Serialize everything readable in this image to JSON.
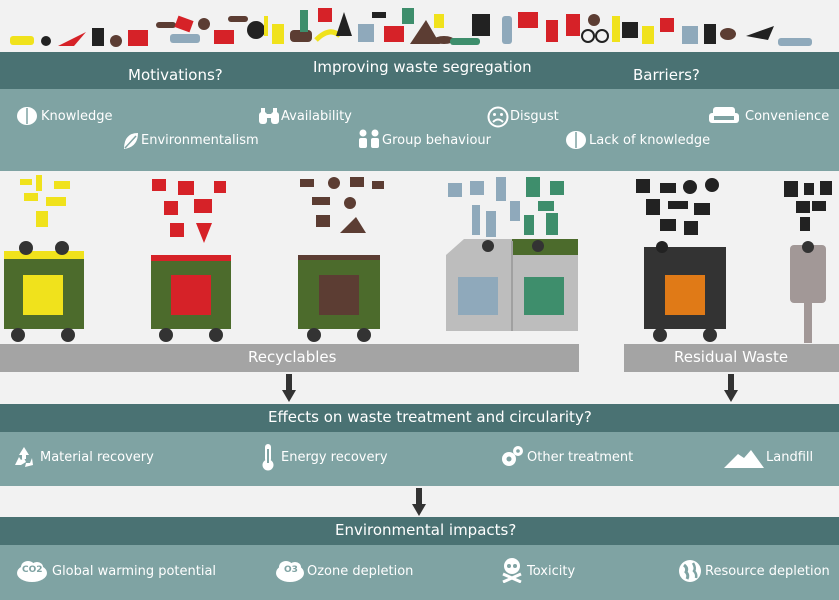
{
  "header": {
    "title": "Improving waste segregation",
    "motivations_label": "Motivations?",
    "barriers_label": "Barriers?"
  },
  "factors": {
    "motivations": [
      "Knowledge",
      "Environmentalism",
      "Availability",
      "Group behaviour"
    ],
    "barriers": [
      "Disgust",
      "Lack of knowledge",
      "Convenience"
    ]
  },
  "streams": {
    "recyclables_label": "Recyclables",
    "residual_label": "Residual Waste"
  },
  "treatment": {
    "title": "Effects on waste treatment and circularity?",
    "items": [
      "Material recovery",
      "Energy recovery",
      "Other treatment",
      "Landfill"
    ]
  },
  "impacts": {
    "title": "Environmental impacts?",
    "items": [
      "Global warming potential",
      "Ozone depletion",
      "Toxicity",
      "Resource depletion"
    ],
    "co2_symbol": "CO2",
    "o3_symbol": "O3"
  },
  "colors": {
    "dark_band": "#4a7273",
    "light_band": "#7fa3a3",
    "bin_green": "#4c6b2c",
    "plastic_yellow": "#f0e21c",
    "paper_red": "#d62228",
    "organic_brown": "#5c3d33",
    "glass_blue": "#8fa9bb",
    "glass_green": "#3e8e6c",
    "residual_orange": "#e07a17",
    "bin_dark": "#333333",
    "street_bin": "#a29897"
  }
}
